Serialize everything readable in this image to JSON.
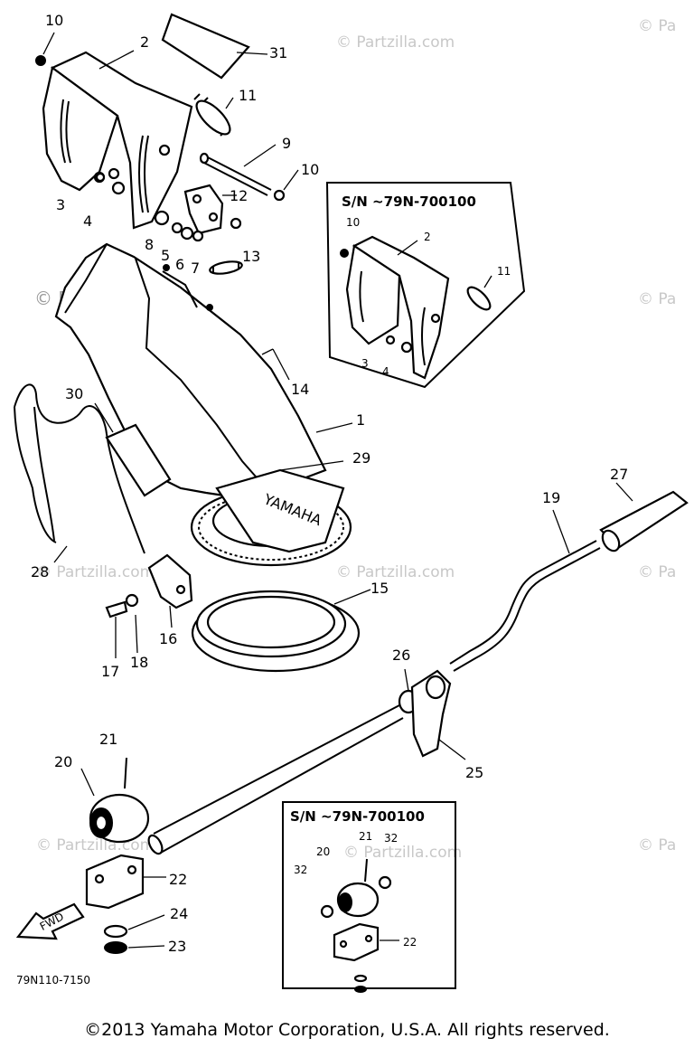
{
  "diagram": {
    "drawing_code": "79N110-7150",
    "copyright": "©2013 Yamaha Motor Corporation, U.S.A. All rights reserved.",
    "brand_on_part": "YAMAHA",
    "fwd_label": "FWD",
    "watermark_text": "© Partzilla.com",
    "watermark_short": "© Pa",
    "inset_top": {
      "title": "S/N ~79N-700100",
      "callouts": [
        "10",
        "2",
        "11",
        "3",
        "4"
      ]
    },
    "inset_bottom": {
      "title": "S/N ~79N-700100",
      "callouts": [
        "21",
        "32",
        "20",
        "32",
        "22"
      ]
    },
    "callouts": [
      "10",
      "2",
      "31",
      "11",
      "9",
      "10",
      "3",
      "4",
      "12",
      "8",
      "5",
      "6",
      "7",
      "13",
      "14",
      "1",
      "30",
      "29",
      "28",
      "27",
      "19",
      "15",
      "16",
      "17",
      "18",
      "26",
      "25",
      "21",
      "20",
      "22",
      "24",
      "23"
    ]
  }
}
